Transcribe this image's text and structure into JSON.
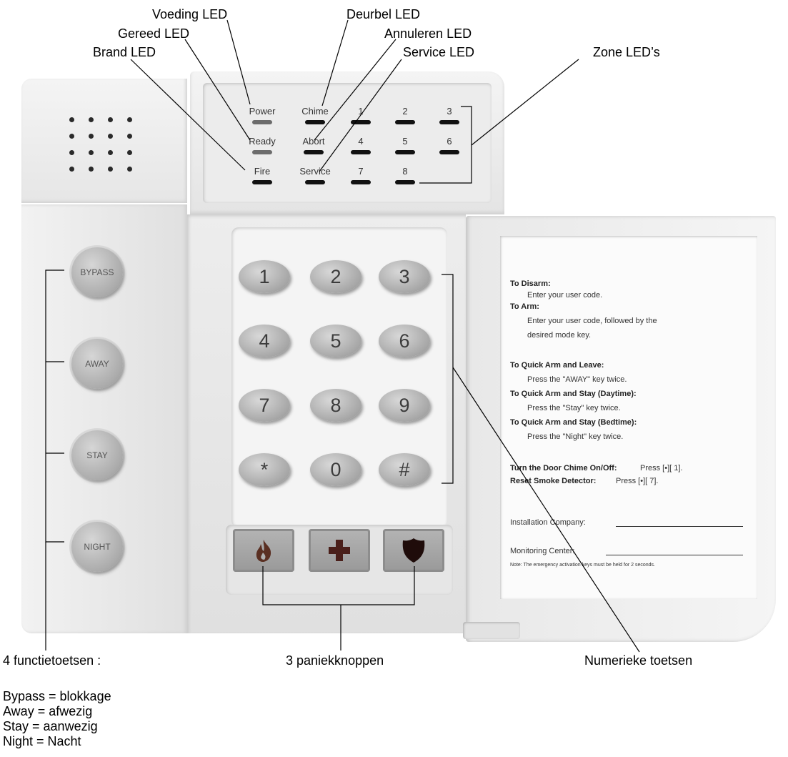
{
  "callouts": {
    "voeding": "Voeding LED",
    "deurbel": "Deurbel LED",
    "gereed": "Gereed LED",
    "annuleren": "Annuleren LED",
    "brand": "Brand LED",
    "service": "Service LED",
    "zone": "Zone LED’s",
    "functie": "4 functietoetsen :",
    "paniek": "3 paniekknoppen",
    "numeriek": "Numerieke toetsen"
  },
  "legend": [
    "Bypass = blokkage",
    "Away = afwezig",
    "Stay = aanwezig",
    "Night = Nacht"
  ],
  "leds": {
    "power": "Power",
    "chime": "Chime",
    "ready": "Ready",
    "abort": "Abort",
    "fire": "Fire",
    "service": "Service",
    "zones": [
      "1",
      "2",
      "3",
      "4",
      "5",
      "6",
      "7",
      "8"
    ]
  },
  "function_keys": [
    "BYPASS",
    "AWAY",
    "STAY",
    "NIGHT"
  ],
  "numeric_keys": [
    "1",
    "2",
    "3",
    "4",
    "5",
    "6",
    "7",
    "8",
    "9",
    "*",
    "0",
    "#"
  ],
  "panic_icons": [
    "fire-icon",
    "medical-cross-icon",
    "police-shield-icon"
  ],
  "card": {
    "disarm_h": "To Disarm:",
    "disarm_1": "Enter your user code.",
    "arm_h": "To Arm:",
    "arm_1": "Enter your user code, followed by the",
    "arm_2": "desired mode key.",
    "qa_leave_h": "To Quick Arm and Leave:",
    "qa_leave_1": "Press the \"AWAY\" key twice.",
    "qa_day_h": "To Quick Arm and Stay (Daytime):",
    "qa_day_1": "Press the \"Stay\" key twice.",
    "qa_bed_h": "To Quick Arm and Stay (Bedtime):",
    "qa_bed_1": "Press the \"Night\" key twice.",
    "chime_h": "Turn the Door Chime On/Off:",
    "chime_v": "Press [•][ 1].",
    "smoke_h": "Reset Smoke Detector:",
    "smoke_v": "Press [•][ 7].",
    "install": "Installation Company:",
    "monitor": "Monitoring Center:",
    "note": "Note:  The emergency activation keys must be held for 2 seconds."
  }
}
